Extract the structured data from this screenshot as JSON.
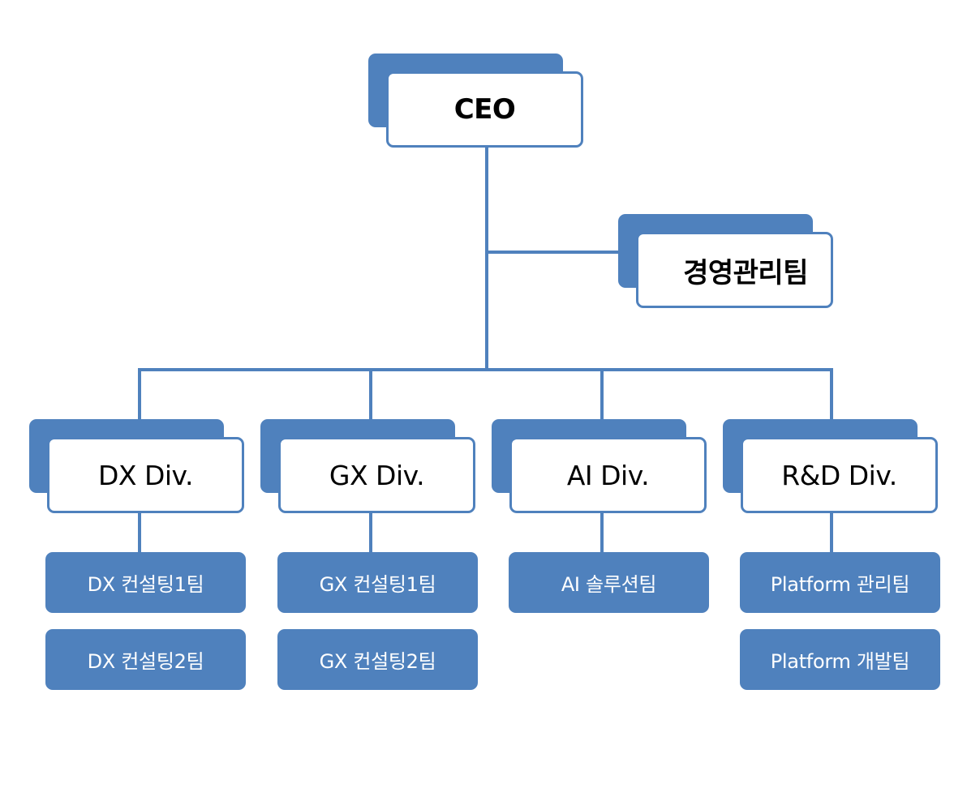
{
  "colors": {
    "accent": "#4F81BD",
    "box_fill": "#FFFFFF",
    "text_dark": "#000000",
    "text_light": "#FFFFFF"
  },
  "chart": {
    "ceo": {
      "label": "CEO"
    },
    "staff": {
      "label": "경영관리팀"
    },
    "divisions": [
      {
        "label": "DX Div.",
        "teams": [
          "DX 컨설팅1팀",
          "DX 컨설팅2팀"
        ]
      },
      {
        "label": "GX Div.",
        "teams": [
          "GX 컨설팅1팀",
          "GX 컨설팅2팀"
        ]
      },
      {
        "label": "AI Div.",
        "teams": [
          "AI 솔루션팀"
        ]
      },
      {
        "label": "R&D Div.",
        "teams": [
          "Platform 관리팀",
          "Platform 개발팀"
        ]
      }
    ]
  }
}
